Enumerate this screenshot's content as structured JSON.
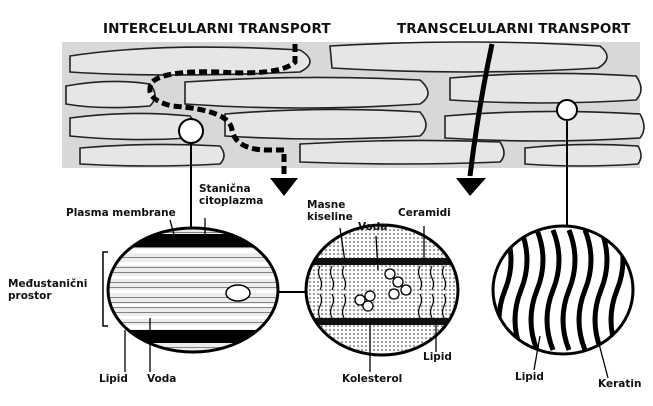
{
  "titles": {
    "intercellular": "INTERCELULARNI TRANSPORT",
    "transcellular": "TRANSCELULARNI TRANSPORT"
  },
  "labels": {
    "stanicna_citoplazma": [
      "Stanična",
      "citoplazma"
    ],
    "plasma_membrane": "Plasma membrane",
    "medjustanicni_prostor": [
      "Međustanični",
      "prostor"
    ],
    "lipid_left": "Lipid",
    "voda_left": "Voda",
    "masne_kiseline": [
      "Masne",
      "kiseline"
    ],
    "voda_mid": "Voda",
    "ceramidi": "Ceramidi",
    "kolesterol": "Kolesterol",
    "lipid_mid": "Lipid",
    "lipid_right": "Lipid",
    "keratin": "Keratin"
  }
}
